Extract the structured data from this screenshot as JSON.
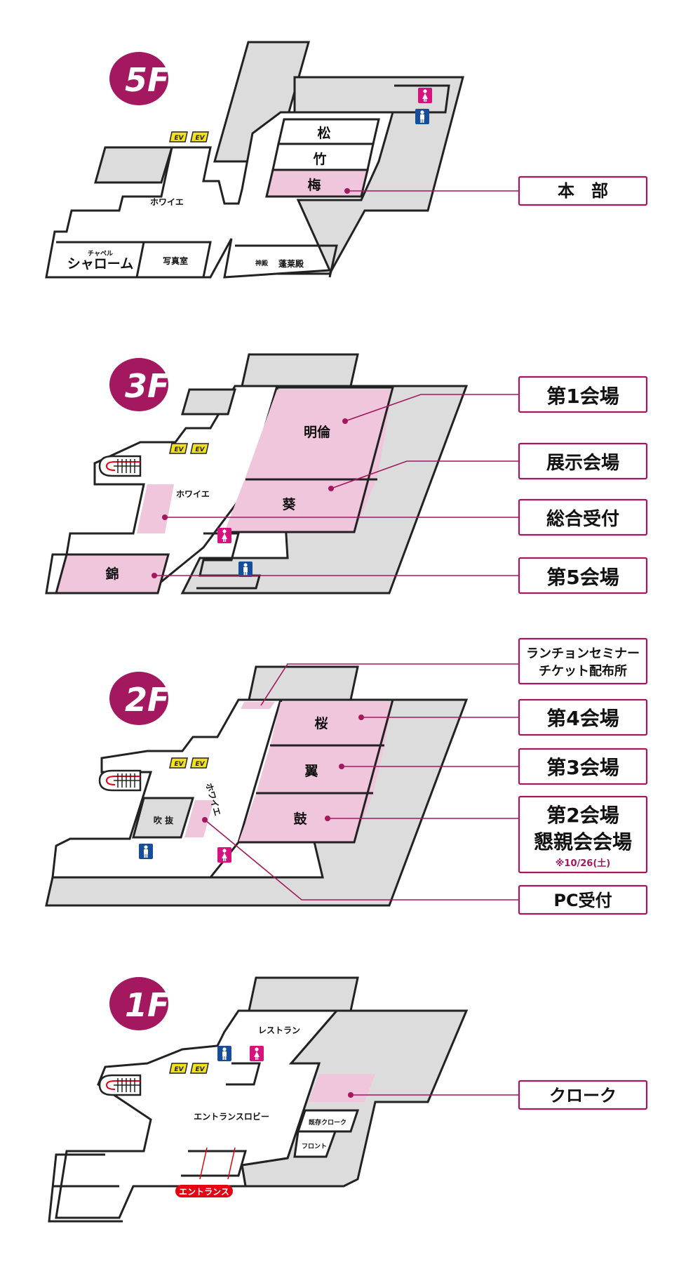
{
  "floors": [
    {
      "label": "5F",
      "rooms": {
        "matsu": "松",
        "take": "竹",
        "ume": "梅",
        "foyer": "ホワイエ",
        "chapel_small": "チャペル",
        "chapel": "シャローム",
        "photo": "写真室",
        "shrine_small": "神殿",
        "shrine": "蓬莱殿"
      },
      "callouts": [
        "本　部"
      ]
    },
    {
      "label": "3F",
      "rooms": {
        "meirin": "明倫",
        "aoi": "葵",
        "foyer": "ホワイエ",
        "nishiki": "錦"
      },
      "callouts": [
        "第1会場",
        "展示会場",
        "総合受付",
        "第5会場"
      ]
    },
    {
      "label": "2F",
      "rooms": {
        "sakura": "桜",
        "tsubasa": "翼",
        "tsuzumi": "鼓",
        "fukinuke": "吹 抜",
        "foyer": "ホワイエ"
      },
      "callouts": [
        "ランチョンセミナー",
        "チケット配布所",
        "第4会場",
        "第3会場",
        "第2会場",
        "懇親会会場",
        "※10/26(土)",
        "PC受付"
      ]
    },
    {
      "label": "1F",
      "rooms": {
        "restaurant": "レストラン",
        "lobby": "エントランスロビー",
        "cloak_existing": "既存クローク",
        "front": "フロント",
        "entrance": "エントランス"
      },
      "callouts": [
        "クローク"
      ]
    }
  ],
  "ev_label": "EV",
  "colors": {
    "accent": "#a3185f",
    "highlight": "#efc6dc",
    "gray_area": "#dcdcdc",
    "wc_female": "#d6127e",
    "wc_male": "#174e9c",
    "ev": "#f3e21b",
    "entrance": "#e60012"
  },
  "icons": [
    "toilet-female-icon",
    "toilet-male-icon",
    "elevator-icon",
    "escalator-icon"
  ]
}
